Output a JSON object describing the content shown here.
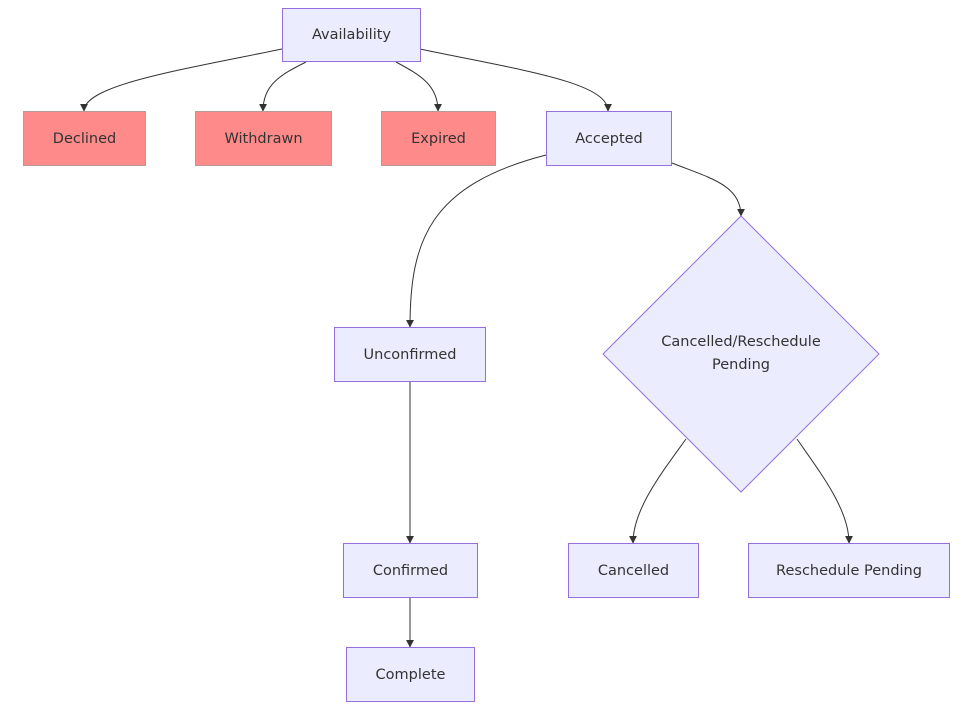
{
  "diagram": {
    "nodes": {
      "availability": "Availability",
      "declined": "Declined",
      "withdrawn": "Withdrawn",
      "expired": "Expired",
      "accepted": "Accepted",
      "unconfirmed": "Unconfirmed",
      "cancelled_reschedule_pending": "Cancelled/Reschedule Pending",
      "confirmed": "Confirmed",
      "cancelled": "Cancelled",
      "reschedule_pending": "Reschedule Pending",
      "complete": "Complete"
    },
    "colors": {
      "node_fill": "#ececff",
      "node_border": "#9370db",
      "terminal_fill": "#ff8a8a",
      "edge": "#333333"
    }
  }
}
